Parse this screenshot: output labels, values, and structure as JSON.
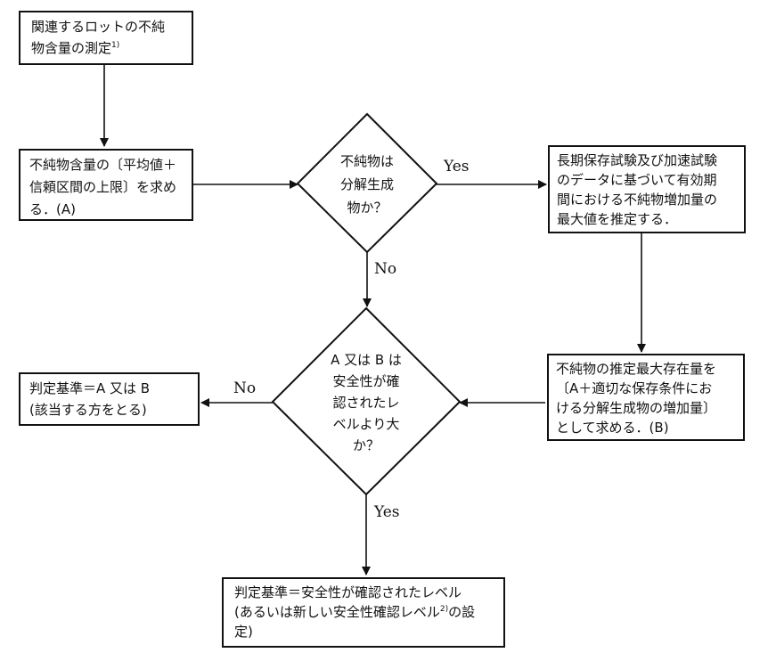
{
  "nodes": {
    "measure": {
      "line1": "関連するロットの不純",
      "line2": "物含量の測定",
      "note": "1)"
    },
    "calc_a": {
      "line1": "不純物含量の〔平均値＋",
      "line2": "信頼区間の上限〕を求め",
      "line3": "る．(A)"
    },
    "decision_degradation": {
      "line1": "不純物は",
      "line2": "分解生成",
      "line3": "物か？"
    },
    "estimate_max": {
      "line1": "長期保存試験及び加速試験",
      "line2": "のデータに基づいて有効期",
      "line3": "間における不純物増加量の",
      "line4": "最大値を推定する．"
    },
    "calc_b": {
      "line1": "不純物の推定最大存在量を",
      "line2": "〔A＋適切な保存条件にお",
      "line3": "ける分解生成物の増加量〕",
      "line4": "として求める．(B)"
    },
    "decision_safety": {
      "line1": "A 又は B は",
      "line2": "安全性が確",
      "line3": "認されたレ",
      "line4": "ベルより大",
      "line5": "か？"
    },
    "criterion_ab": {
      "line1": "判定基準＝A 又は B",
      "line2": "(該当する方をとる)"
    },
    "criterion_safety": {
      "line1": "判定基準＝安全性が確認されたレベル",
      "line2a": "(あるいは新しい安全性確認レベル",
      "note": "2)",
      "line2b": "の設",
      "line3": "定)"
    }
  },
  "edge_labels": {
    "yes_degradation": "Yes",
    "no_degradation": "No",
    "no_safety": "No",
    "yes_safety": "Yes"
  }
}
